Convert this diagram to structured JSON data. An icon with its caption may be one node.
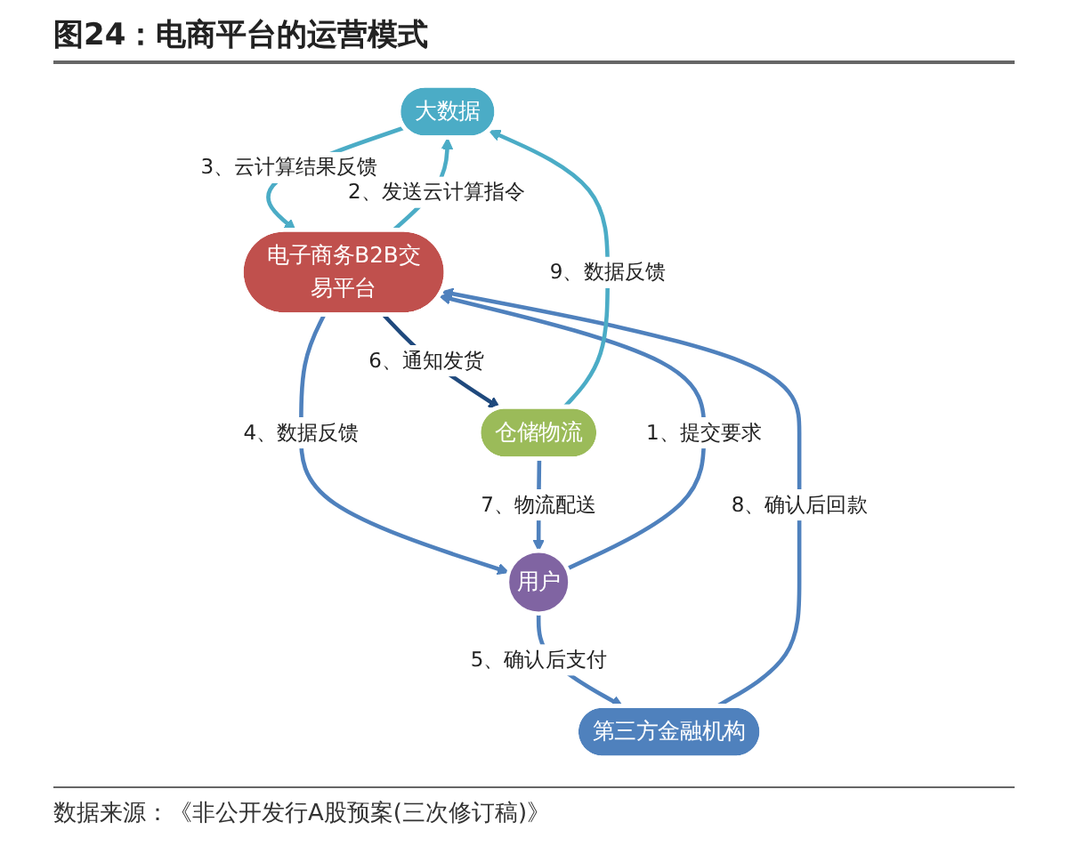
{
  "diagram": {
    "title": "图24：电商平台的运营模式",
    "caption": "数据来源：《非公开发行A股预案(三次修订稿)》",
    "nodes": [
      {
        "text": [
          "大数据"
        ]
      },
      {
        "text": [
          "第三方金融机构"
        ]
      },
      {
        "text": [
          "电子商务B2B交易平台"
        ]
      },
      {
        "text": [
          "仓储物流"
        ]
      },
      {
        "text": [
          "用户"
        ]
      }
    ],
    "edges": [
      {
        "from": 4,
        "to": 2,
        "arrow": "to",
        "label": "1、提交要求"
      },
      {
        "from": 2,
        "to": 0,
        "arrow": "to",
        "label": "2、发送云计算指令",
        "color": "#4bacc6"
      },
      {
        "from": 0,
        "to": 2,
        "arrow": "to",
        "label": "3、云计算结果反馈",
        "color": "#4bacc6"
      },
      {
        "from": 2,
        "to": 4,
        "arrow": "to",
        "label": "4、数据反馈"
      },
      {
        "from": 4,
        "to": 1,
        "arrow": "to",
        "label": "5、确认后支付"
      },
      {
        "from": 2,
        "to": 3,
        "arrow": "to",
        "label": "6、通知发货",
        "color": "#1f497d"
      },
      {
        "from": 3,
        "to": 4,
        "arrow": "to",
        "label": "7、物流配送"
      },
      {
        "from": 1,
        "to": 2,
        "arrow": "to",
        "label": "8、确认后回款"
      },
      {
        "from": 3,
        "to": 0,
        "arrow": "to",
        "label": "9、数据反馈",
        "color": "#4bacc6"
      }
    ]
  }
}
